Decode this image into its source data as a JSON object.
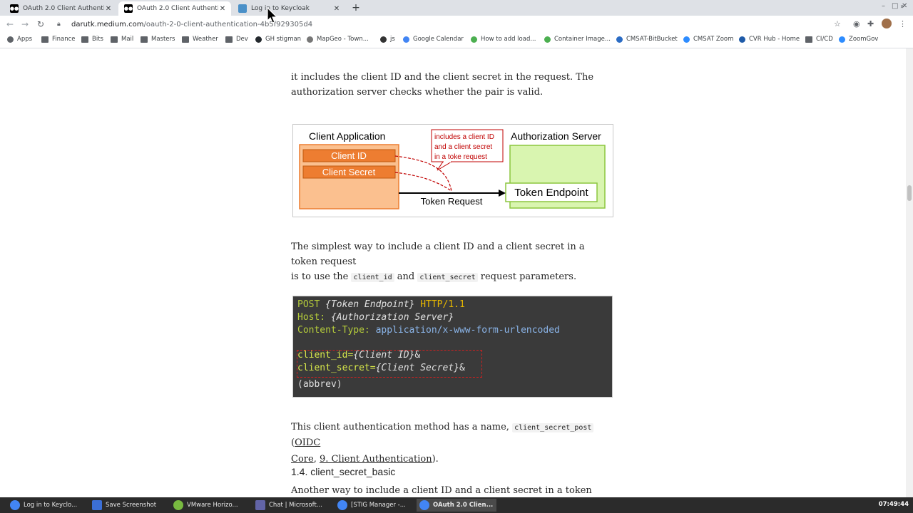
{
  "browser": {
    "tabs": [
      {
        "title": "OAuth 2.0 Client Authenticatio",
        "active": false
      },
      {
        "title": "OAuth 2.0 Client Authenticatio",
        "active": true
      },
      {
        "title": "Log in to Keycloak",
        "active": false
      }
    ],
    "new_tab": "+",
    "url_host": "darutk.medium.com",
    "url_path": "/oauth-2-0-client-authentication-4b5f929305d4"
  },
  "bookmarks": [
    "Apps",
    "Finance",
    "Bits",
    "Mail",
    "Masters",
    "Weather",
    "Dev",
    "GH stigman",
    "MapGeo - Town...",
    "js",
    "Google Calendar",
    "How to add load...",
    "Container Image...",
    "CMSAT-BitBucket",
    "CMSAT Zoom",
    "CVR Hub - Home",
    "CI/CD",
    "ZoomGov"
  ],
  "article": {
    "para1_line1": "it includes the client ID and the client secret in the request. The",
    "para1_line2": "authorization server checks whether the pair is valid.",
    "para2_a": "The simplest way to include a client ID and a client secret in a token request",
    "para2_b": "is to use the ",
    "para2_code1": "client_id",
    "para2_and": " and ",
    "para2_code2": "client_secret",
    "para2_end": " request parameters.",
    "para3_a": "This client authentication method has a name, ",
    "para3_code": "client_secret_post",
    "para3_b": " (",
    "para3_link1a": "OIDC",
    "para3_link1b": "Core",
    "para3_comma": ", ",
    "para3_link2": "9. Client Authentication",
    "para3_end": ").",
    "heading": "1.4. client_secret_basic",
    "para4": "Another way to include a client ID and a client secret in a token request is to"
  },
  "diagram": {
    "client_app": "Client Application",
    "client_id": "Client ID",
    "client_secret": "Client Secret",
    "callout_l1": "includes a client ID",
    "callout_l2": "and a client secret",
    "callout_l3": "in a toke request",
    "auth_server": "Authorization Server",
    "token_endpoint": "Token Endpoint",
    "token_request": "Token Request",
    "colors": {
      "orange": "#ed7d31",
      "orange_light": "#fbc08f",
      "green_light": "#d9f5b0",
      "green_border": "#8cc63f",
      "red": "#c00000"
    }
  },
  "code": {
    "post": "POST",
    "token_ep": "{Token Endpoint}",
    "http": "HTTP/1.1",
    "host": "Host:",
    "auth_srv": "{Authorization Server}",
    "ctype": "Content-Type:",
    "ctype_val": "application/x-www-form-urlencoded",
    "cid_key": "client_id=",
    "cid_val": "{Client ID}",
    "amp": "&",
    "csec_key": "client_secret=",
    "csec_val": "{Client Secret}",
    "abbrev": "(abbrev)"
  },
  "taskbar": {
    "items": [
      "Log in to Keyclo...",
      "Save Screenshot",
      "VMware Horizo...",
      "Chat | Microsoft...",
      "[STIG Manager -...",
      "OAuth 2.0 Clien..."
    ],
    "clock": "07:49:44"
  }
}
